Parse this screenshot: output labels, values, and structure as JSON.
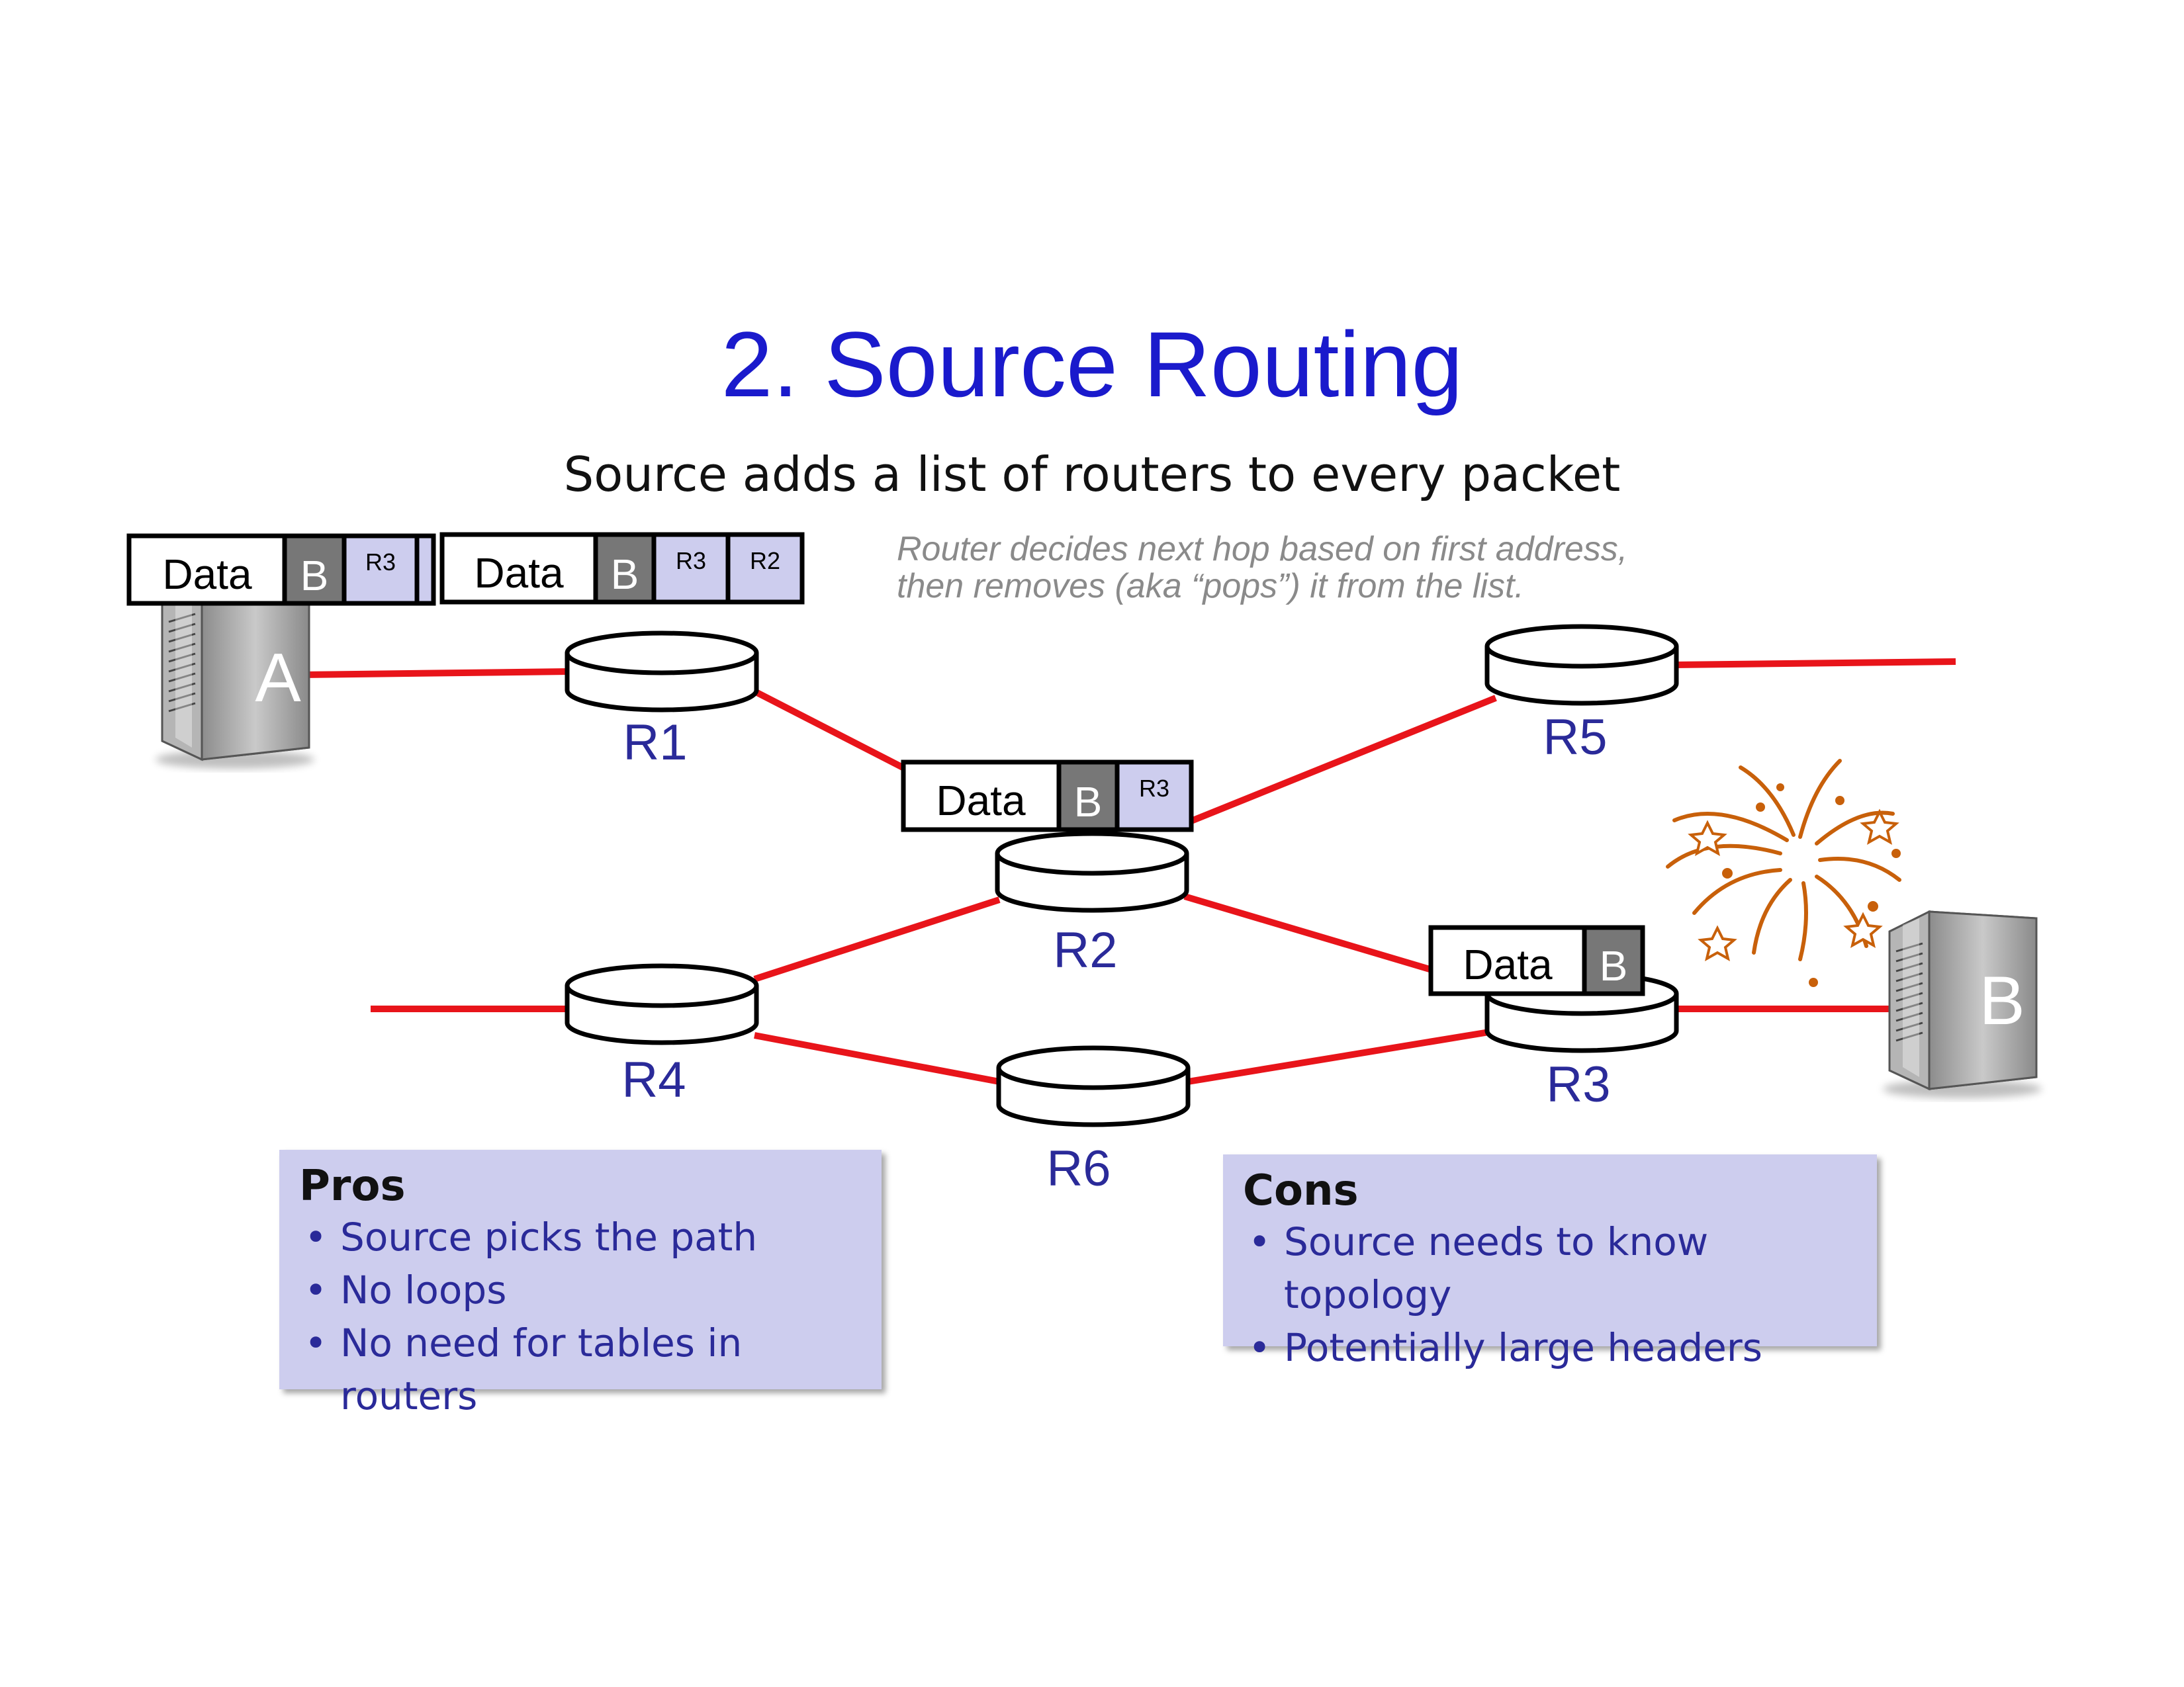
{
  "slide": {
    "title": "2. Source Routing",
    "subtitle": "Source adds a list of routers to every packet",
    "note_line1": "Router decides next hop based on first address,",
    "note_line2": "then removes (aka “pops”) it from the list."
  },
  "hosts": [
    {
      "label": "A"
    },
    {
      "label": "B"
    }
  ],
  "routers": [
    {
      "label": "R1"
    },
    {
      "label": "R2"
    },
    {
      "label": "R3"
    },
    {
      "label": "R4"
    },
    {
      "label": "R5"
    },
    {
      "label": "R6"
    }
  ],
  "packets": {
    "at_a": {
      "data": "Data",
      "dest": "B",
      "hops": [
        "R3",
        ""
      ]
    },
    "at_a_full": {
      "data": "Data",
      "dest": "B",
      "hops": [
        "R3",
        "R2"
      ]
    },
    "at_r2": {
      "data": "Data",
      "dest": "B",
      "hops": [
        "R3"
      ]
    },
    "at_r3": {
      "data": "Data",
      "dest": "B"
    }
  },
  "pros": {
    "heading": "Pros",
    "items": [
      "Source picks the path",
      "No loops",
      "No need for tables in routers"
    ]
  },
  "cons": {
    "heading": "Cons",
    "items": [
      "Source needs to know topology",
      "Potentially large headers"
    ]
  },
  "colors": {
    "title": "#1a1acc",
    "link": "#e8141a",
    "router_label": "#2a2a99",
    "dest_cell": "#777777",
    "hop_cell": "#cdcdee",
    "box_fill": "#cdcdee",
    "firework": "#c8600a"
  }
}
